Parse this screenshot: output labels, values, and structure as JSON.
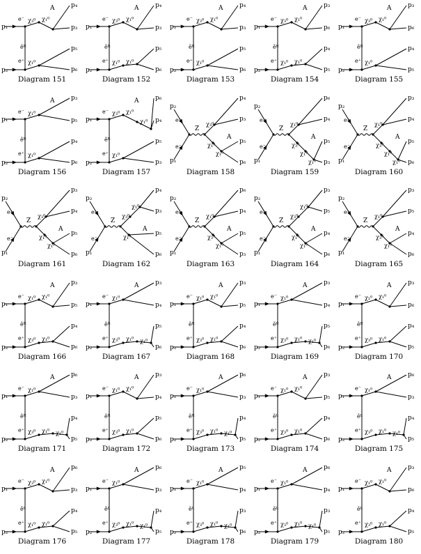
{
  "diagrams": [
    {
      "caption": "Diagram 151",
      "topo": "t",
      "ext": [
        "p₁",
        "p₂",
        "p₄",
        "p₃",
        "p₅",
        "p₆"
      ],
      "prop": [
        "e⁻",
        "ẽᴿ",
        "e⁺"
      ],
      "top": [
        "χ₃⁰",
        "χ₁⁰"
      ],
      "bot": [
        "χ₁⁰"
      ],
      "boson": "A"
    },
    {
      "caption": "Diagram 152",
      "topo": "t",
      "ext": [
        "p₁",
        "p₂",
        "p₄",
        "p₃",
        "p₅",
        "p₆"
      ],
      "prop": [
        "e⁻",
        "ẽᴿ",
        "e⁺"
      ],
      "top": [
        "χ₃⁰",
        "χ₁⁰"
      ],
      "bot": [
        "χ₁⁰",
        "χ₁⁰"
      ],
      "boson": "A"
    },
    {
      "caption": "Diagram 153",
      "topo": "t",
      "ext": [
        "p₁",
        "p₂",
        "p₄",
        "p₃",
        "p₅",
        "p₆"
      ],
      "prop": [
        "e⁻",
        "ẽᴿ",
        "e⁺"
      ],
      "top": [
        "χ₃⁰",
        "χ₁⁰"
      ],
      "bot": [
        "χ₁⁰"
      ],
      "boson": "A"
    },
    {
      "caption": "Diagram 154",
      "topo": "t",
      "ext": [
        "p₁",
        "p₂",
        "p₃",
        "p₆",
        "p₄",
        "p₅"
      ],
      "prop": [
        "e⁻",
        "ẽᴿ",
        "e⁺"
      ],
      "top": [
        "χ₃⁰",
        "χ₁⁰"
      ],
      "bot": [
        "χ₁⁰",
        "χ₁⁰"
      ],
      "boson": "A"
    },
    {
      "caption": "Diagram 155",
      "topo": "t",
      "ext": [
        "p₁",
        "p₂",
        "p₃",
        "p₆",
        "p₄",
        "p₅"
      ],
      "prop": [
        "e⁻",
        "ẽᴿ",
        "e⁺"
      ],
      "top": [
        "χ₃⁰",
        "χ₁⁰"
      ],
      "bot": [
        "χ₁⁰"
      ],
      "boson": "A"
    },
    {
      "caption": "Diagram 156",
      "topo": "t",
      "ext": [
        "p₁",
        "p₂",
        "p₃",
        "p₅",
        "p₄",
        "p₆"
      ],
      "prop": [
        "e⁻",
        "ẽᴿ",
        "e⁺"
      ],
      "top": [
        "χ₁⁰"
      ],
      "bot": [
        "χ₁⁰"
      ],
      "boson": "A"
    },
    {
      "caption": "Diagram 157",
      "topo": "t",
      "ext": [
        "p₁",
        "p₂",
        "p₆",
        "p₄",
        "p₅",
        "p₃"
      ],
      "prop": [
        "e⁻",
        "ẽᴿ",
        "e⁺"
      ],
      "top": [
        "χ₃⁰",
        "χ₁⁰",
        "χ₁⁰"
      ],
      "bot": [
        "χ₁⁰"
      ],
      "boson": "A"
    },
    {
      "caption": "Diagram 158",
      "topo": "s",
      "ext": [
        "p₂",
        "p₁",
        "p₄",
        "p₃",
        "p₅",
        "p₆"
      ],
      "prop": [
        "e⁺",
        "e⁻",
        "Z"
      ],
      "top": [
        "χ₃⁰"
      ],
      "bot": [
        "χ₁⁰",
        "χ₁⁰"
      ],
      "boson": "A"
    },
    {
      "caption": "Diagram 159",
      "topo": "s",
      "ext": [
        "p₂",
        "p₁",
        "p₆",
        "p₄",
        "p₅",
        "p₃"
      ],
      "prop": [
        "e⁺",
        "e⁻",
        "Z"
      ],
      "top": [
        "χ₁⁰"
      ],
      "bot": [
        "χ₃⁰",
        "χ₁⁰",
        "χ₁⁰"
      ],
      "boson": "A"
    },
    {
      "caption": "Diagram 160",
      "topo": "s",
      "ext": [
        "p₂",
        "p₁",
        "p₃",
        "p₄",
        "p₅",
        "p₆"
      ],
      "prop": [
        "e⁺",
        "e⁻",
        "Z"
      ],
      "top": [
        "χ₁⁰"
      ],
      "bot": [
        "χ₃⁰",
        "χ₁⁰",
        "χ₁⁰"
      ],
      "boson": "A"
    },
    {
      "caption": "Diagram 161",
      "topo": "s",
      "ext": [
        "p₂",
        "p₁",
        "p₃",
        "p₄",
        "p₅",
        "p₆"
      ],
      "prop": [
        "e⁺",
        "e⁻",
        "Z"
      ],
      "top": [
        "χ₃⁰"
      ],
      "bot": [
        "χ₁⁰",
        "χ₁⁰"
      ],
      "boson": "A"
    },
    {
      "caption": "Diagram 162",
      "topo": "s",
      "ext": [
        "p₂",
        "p₁",
        "p₄",
        "p₃",
        "p₅",
        "p₆"
      ],
      "prop": [
        "e⁺",
        "e⁻",
        "Z"
      ],
      "top": [
        "χ₃⁰",
        "χ₁⁰"
      ],
      "bot": [
        "χ₁⁰"
      ],
      "boson": "A"
    },
    {
      "caption": "Diagram 163",
      "topo": "s",
      "ext": [
        "p₂",
        "p₁",
        "p₆",
        "p₄",
        "p₅",
        "p₃"
      ],
      "prop": [
        "e⁺",
        "e⁻",
        "Z"
      ],
      "top": [
        "χ₁⁰"
      ],
      "bot": [
        "χ₃⁰",
        "χ₁⁰"
      ],
      "boson": "A"
    },
    {
      "caption": "Diagram 164",
      "topo": "s",
      "ext": [
        "p₂",
        "p₁",
        "p₃",
        "p₅",
        "p₄",
        "p₆"
      ],
      "prop": [
        "e⁺",
        "e⁻",
        "Z"
      ],
      "top": [
        "χ₃⁰",
        "χ₁⁰"
      ],
      "bot": [
        "χ₁⁰",
        "χ₁⁰"
      ],
      "boson": "A"
    },
    {
      "caption": "Diagram 165",
      "topo": "s",
      "ext": [
        "p₂",
        "p₁",
        "p₃",
        "p₅",
        "p₄",
        "p₆"
      ],
      "prop": [
        "e⁺",
        "e⁻",
        "Z"
      ],
      "top": [
        "χ₁⁰"
      ],
      "bot": [
        "χ₃⁰",
        "χ₁⁰"
      ],
      "boson": "A"
    },
    {
      "caption": "Diagram 166",
      "topo": "t",
      "ext": [
        "p₁",
        "p₂",
        "p₃",
        "p₅",
        "p₄",
        "p₆"
      ],
      "prop": [
        "e⁻",
        "ẽᴿ",
        "e⁺"
      ],
      "top": [
        "χ₁⁰",
        "χ₁⁰"
      ],
      "bot": [
        "χ₃⁰",
        "χ₁⁰"
      ],
      "boson": "A"
    },
    {
      "caption": "Diagram 167",
      "topo": "t",
      "ext": [
        "p₁",
        "p₂",
        "p₃",
        "p₄",
        "p₅",
        "p₆"
      ],
      "prop": [
        "e⁻",
        "ẽᴿ",
        "e⁺"
      ],
      "top": [
        "χ₁⁰"
      ],
      "bot": [
        "χ₃⁰",
        "χ₁⁰",
        "χ₁⁰"
      ],
      "boson": "A"
    },
    {
      "caption": "Diagram 168",
      "topo": "t",
      "ext": [
        "p₁",
        "p₂",
        "p₃",
        "p₅",
        "p₄",
        "p₆"
      ],
      "prop": [
        "e⁻",
        "ẽᴿ",
        "e⁺"
      ],
      "top": [
        "χ₁⁰",
        "χ₁⁰"
      ],
      "bot": [
        "χ₃⁰",
        "χ₁⁰"
      ],
      "boson": "A"
    },
    {
      "caption": "Diagram 169",
      "topo": "t",
      "ext": [
        "p₁",
        "p₂",
        "p₃",
        "p₄",
        "p₅",
        "p₆"
      ],
      "prop": [
        "e⁻",
        "ẽᴿ",
        "e⁺"
      ],
      "top": [
        "χ₁⁰"
      ],
      "bot": [
        "χ₃⁰",
        "χ₁⁰",
        "χ₁⁰"
      ],
      "boson": "A"
    },
    {
      "caption": "Diagram 170",
      "topo": "t",
      "ext": [
        "p₁",
        "p₂",
        "p₃",
        "p₆",
        "p₄",
        "p₅"
      ],
      "prop": [
        "e⁻",
        "ẽᴿ",
        "e⁺"
      ],
      "top": [
        "χ₁⁰",
        "χ₁⁰"
      ],
      "bot": [
        "χ₃⁰",
        "χ₁⁰"
      ],
      "boson": "A"
    },
    {
      "caption": "Diagram 171",
      "topo": "t",
      "ext": [
        "p₁",
        "p₂",
        "p₆",
        "p₃",
        "p₄",
        "p₅"
      ],
      "prop": [
        "e⁻",
        "ẽᴿ",
        "e⁺"
      ],
      "top": [
        "χ₁⁰"
      ],
      "bot": [
        "χ₃⁰",
        "χ₁⁰",
        "χ₁⁰"
      ],
      "boson": "A"
    },
    {
      "caption": "Diagram 172",
      "topo": "t",
      "ext": [
        "p₁",
        "p₂",
        "p₃",
        "p₄",
        "p₅",
        "p₆"
      ],
      "prop": [
        "e⁻",
        "ẽᴿ",
        "e⁺"
      ],
      "top": [
        "χ₁⁰",
        "χ₁⁰"
      ],
      "bot": [
        "χ₃⁰",
        "χ₁⁰"
      ],
      "boson": "A"
    },
    {
      "caption": "Diagram 173",
      "topo": "t",
      "ext": [
        "p₁",
        "p₂",
        "p₆",
        "p₃",
        "p₄",
        "p₅"
      ],
      "prop": [
        "e⁻",
        "ẽᴿ",
        "e⁺"
      ],
      "top": [
        "χ₁⁰"
      ],
      "bot": [
        "χ₃⁰",
        "χ₁⁰",
        "χ₁⁰"
      ],
      "boson": "A"
    },
    {
      "caption": "Diagram 174",
      "topo": "t",
      "ext": [
        "p₁",
        "p₂",
        "p₃",
        "p₅",
        "p₄",
        "p₆"
      ],
      "prop": [
        "e⁻",
        "ẽᴸ",
        "e⁺"
      ],
      "top": [
        "χ₁⁰",
        "χ₁⁰"
      ],
      "bot": [
        "χ₃⁰",
        "χ₁⁰"
      ],
      "boson": "A"
    },
    {
      "caption": "Diagram 175",
      "topo": "t",
      "ext": [
        "p₁",
        "p₂",
        "p₆",
        "p₃",
        "p₄",
        "p₅"
      ],
      "prop": [
        "e⁻",
        "ẽᴸ",
        "e⁺"
      ],
      "top": [
        "χ₁⁰"
      ],
      "bot": [
        "χ₃⁰",
        "χ₁⁰",
        "χ₁⁰"
      ],
      "boson": "A"
    },
    {
      "caption": "Diagram 176",
      "topo": "t",
      "ext": [
        "p₁",
        "p₂",
        "p₆",
        "p₃",
        "p₄",
        "p₅"
      ],
      "prop": [
        "e⁻",
        "ẽᴸ",
        "e⁺"
      ],
      "top": [
        "χ₃⁰",
        "χ₁⁰"
      ],
      "bot": [
        "χ₁⁰",
        "χ₁⁰"
      ],
      "boson": "A"
    },
    {
      "caption": "Diagram 177",
      "topo": "t",
      "ext": [
        "p₁",
        "p₂",
        "p₆",
        "p₃",
        "p₄",
        "p₅"
      ],
      "prop": [
        "e⁻",
        "ẽᴸ",
        "e⁺"
      ],
      "top": [
        "χ₁⁰"
      ],
      "bot": [
        "χ₃⁰",
        "χ₁⁰",
        "χ₁⁰"
      ],
      "boson": "A"
    },
    {
      "caption": "Diagram 178",
      "topo": "t",
      "ext": [
        "p₁",
        "p₂",
        "p₅",
        "p₄",
        "p₃",
        "p₆"
      ],
      "prop": [
        "e⁻",
        "ẽᴸ",
        "e⁺"
      ],
      "top": [
        "χ₁⁰"
      ],
      "bot": [
        "χ₃⁰",
        "χ₁⁰",
        "χ₁⁰"
      ],
      "boson": "A"
    },
    {
      "caption": "Diagram 179",
      "topo": "t",
      "ext": [
        "p₁",
        "p₂",
        "p₆",
        "p₄",
        "p₃",
        "p₅"
      ],
      "prop": [
        "e⁻",
        "ẽᴸ",
        "e⁺"
      ],
      "top": [
        "χ₁⁰"
      ],
      "bot": [
        "χ₃⁰",
        "χ₁⁰",
        "χ₁⁰"
      ],
      "boson": "A"
    },
    {
      "caption": "Diagram 180",
      "topo": "t",
      "ext": [
        "p₁",
        "p₂",
        "p₃",
        "p₆",
        "p₄",
        "p₅"
      ],
      "prop": [
        "e⁻",
        "ẽᴸ",
        "e⁺"
      ],
      "top": [
        "χ₁⁰",
        "χ₁⁰"
      ],
      "bot": [
        "χ₃⁰",
        "χ₁⁰"
      ],
      "boson": "A"
    }
  ]
}
